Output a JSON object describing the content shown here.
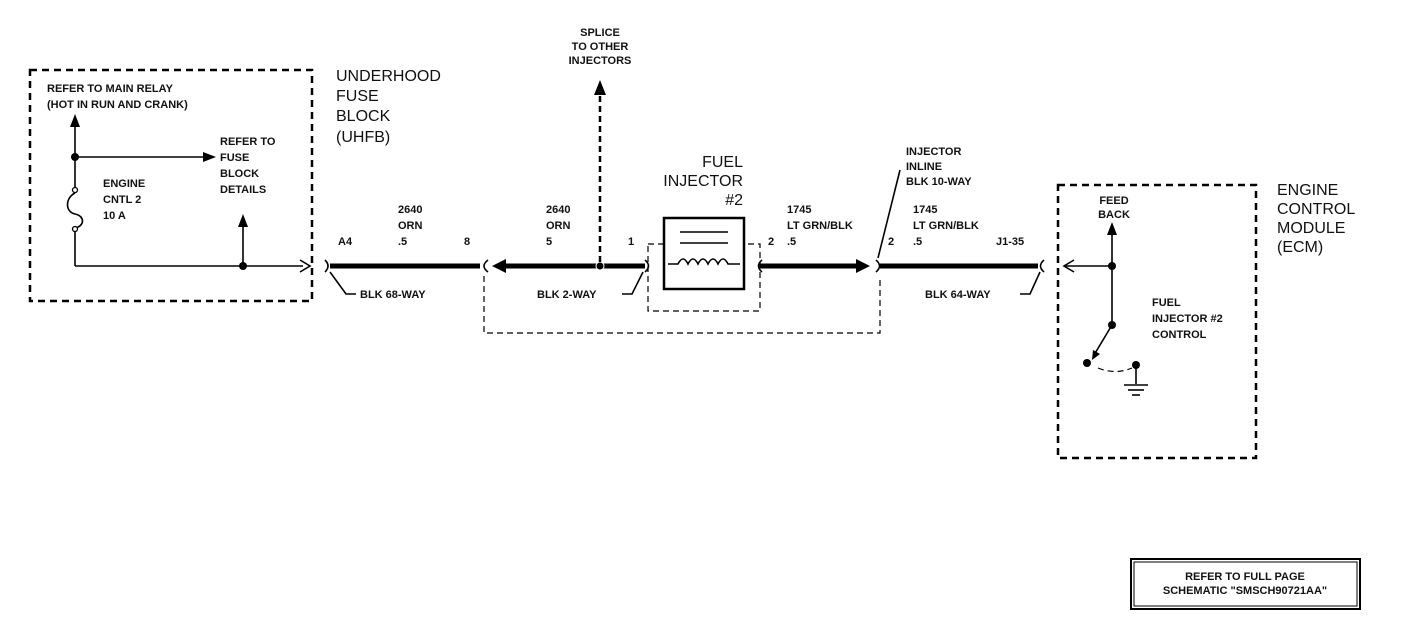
{
  "labels": {
    "splice": [
      "SPLICE",
      "TO OTHER",
      "INJECTORS"
    ],
    "uhfb": [
      "UNDERHOOD",
      "FUSE",
      "BLOCK",
      "(UHFB)"
    ],
    "main_relay": [
      "REFER TO MAIN RELAY",
      "(HOT IN RUN AND CRANK)"
    ],
    "fuse_details": [
      "REFER TO",
      "FUSE",
      "BLOCK",
      "DETAILS"
    ],
    "fuse": [
      "ENGINE",
      "CNTL 2",
      "10 A"
    ],
    "wire1": [
      "2640",
      "ORN",
      ".5"
    ],
    "wire2": [
      "2640",
      "ORN",
      "5"
    ],
    "wire3": [
      "1745",
      "LT GRN/BLK",
      ".5"
    ],
    "wire4": [
      "1745",
      "LT GRN/BLK",
      ".5"
    ],
    "pin_a4": "A4",
    "pin_8": "8",
    "pin_1": "1",
    "pin_2a": "2",
    "pin_2b": "2",
    "pin_j1": "J1-35",
    "injector": [
      "FUEL",
      "INJECTOR",
      "#2"
    ],
    "inline": [
      "INJECTOR",
      "INLINE",
      "BLK 10-WAY"
    ],
    "ecm": [
      "ENGINE",
      "CONTROL",
      "MODULE",
      "(ECM)"
    ],
    "feedback": [
      "FEED",
      "BACK"
    ],
    "control": [
      "FUEL",
      "INJECTOR #2",
      "CONTROL"
    ],
    "conn_68": "BLK 68-WAY",
    "conn_2": "BLK 2-WAY",
    "conn_64": "BLK 64-WAY",
    "ref_full": [
      "REFER TO FULL PAGE",
      "SCHEMATIC \"SMSCH90721AA\""
    ]
  }
}
